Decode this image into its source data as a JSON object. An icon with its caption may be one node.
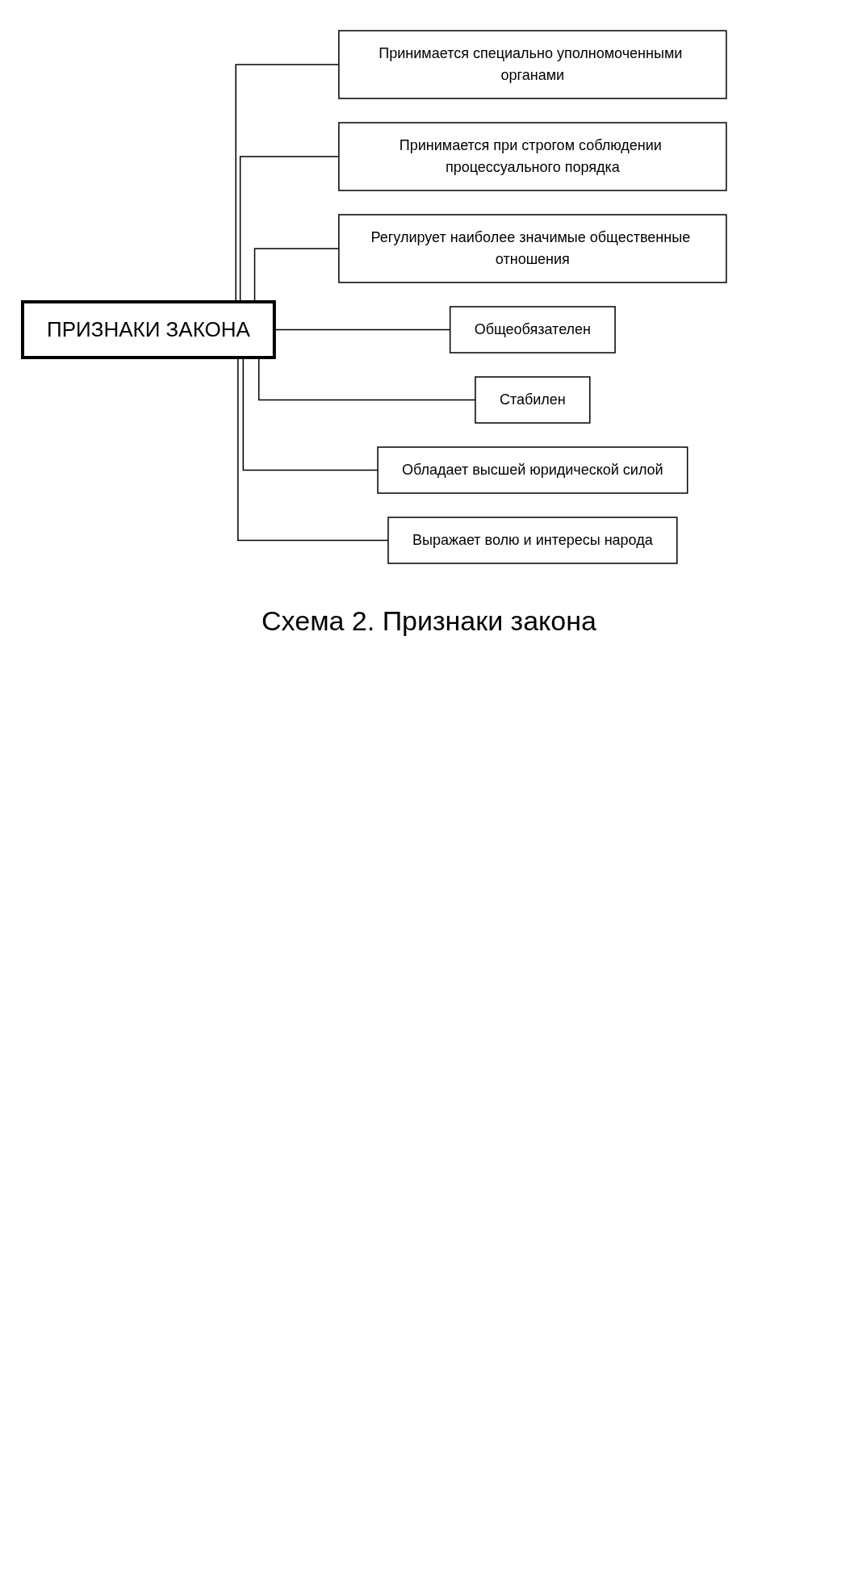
{
  "diagram": {
    "caption": "Схема 2. Признаки закона",
    "nodes": [
      {
        "text": [
          "ПРИЗНАКИ ЗАКОНА"
        ]
      },
      {
        "text": [
          "Принимается специально уполномоченными органами"
        ]
      },
      {
        "text": [
          "Принимается при строгом соблюдении процессуального порядка"
        ]
      },
      {
        "text": [
          "Регулирует наиболее значимые общественные отношения"
        ]
      },
      {
        "text": [
          "Общеобязателен"
        ]
      },
      {
        "text": [
          "Стабилен"
        ]
      },
      {
        "text": [
          "Обладает высшей юридической силой"
        ]
      },
      {
        "text": [
          "Выражает волю и интересы народа"
        ]
      }
    ],
    "edges": [
      {
        "from": 0,
        "to": 1,
        "arrow": "none"
      },
      {
        "from": 0,
        "to": 2,
        "arrow": "none"
      },
      {
        "from": 0,
        "to": 3,
        "arrow": "none"
      },
      {
        "from": 0,
        "to": 4,
        "arrow": "none"
      },
      {
        "from": 0,
        "to": 5,
        "arrow": "none"
      },
      {
        "from": 0,
        "to": 6,
        "arrow": "none"
      },
      {
        "from": 0,
        "to": 7,
        "arrow": "none"
      }
    ]
  }
}
